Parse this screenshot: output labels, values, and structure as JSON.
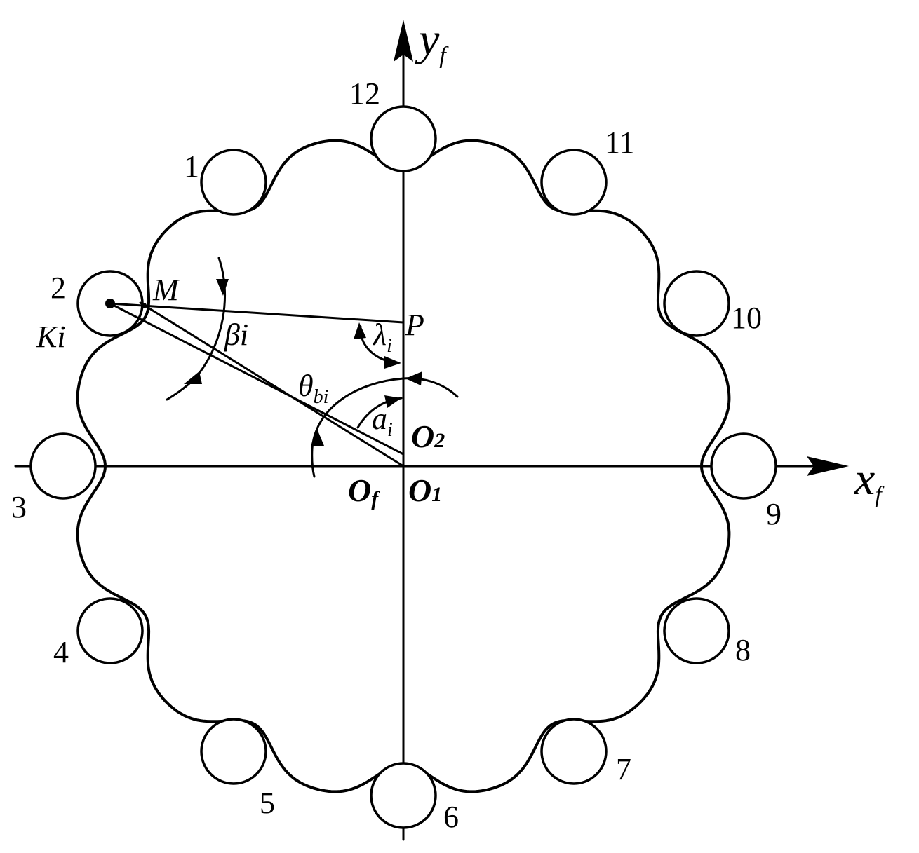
{
  "axes": {
    "x_label": "x",
    "x_sub": "f",
    "y_label": "y",
    "y_sub": "f"
  },
  "origin": {
    "of_label": "O",
    "of_sub": "f",
    "o1_label": "O",
    "o1_sub": "1",
    "o2_label": "O",
    "o2_sub": "2"
  },
  "points": {
    "m_label": "M",
    "p_label": "P",
    "ki_label": "Ki"
  },
  "angles": {
    "beta_label": "βi",
    "lambda_label": "λ",
    "lambda_sub": "i",
    "theta_label": "θ",
    "theta_sub": "bi",
    "a_label": "a",
    "a_sub": "i"
  },
  "rollers": [
    {
      "label": "1"
    },
    {
      "label": "2"
    },
    {
      "label": "3"
    },
    {
      "label": "4"
    },
    {
      "label": "5"
    },
    {
      "label": "6"
    },
    {
      "label": "7"
    },
    {
      "label": "8"
    },
    {
      "label": "9"
    },
    {
      "label": "10"
    },
    {
      "label": "11"
    },
    {
      "label": "12"
    }
  ],
  "colors": {
    "line": "#000000",
    "background": "#ffffff"
  }
}
